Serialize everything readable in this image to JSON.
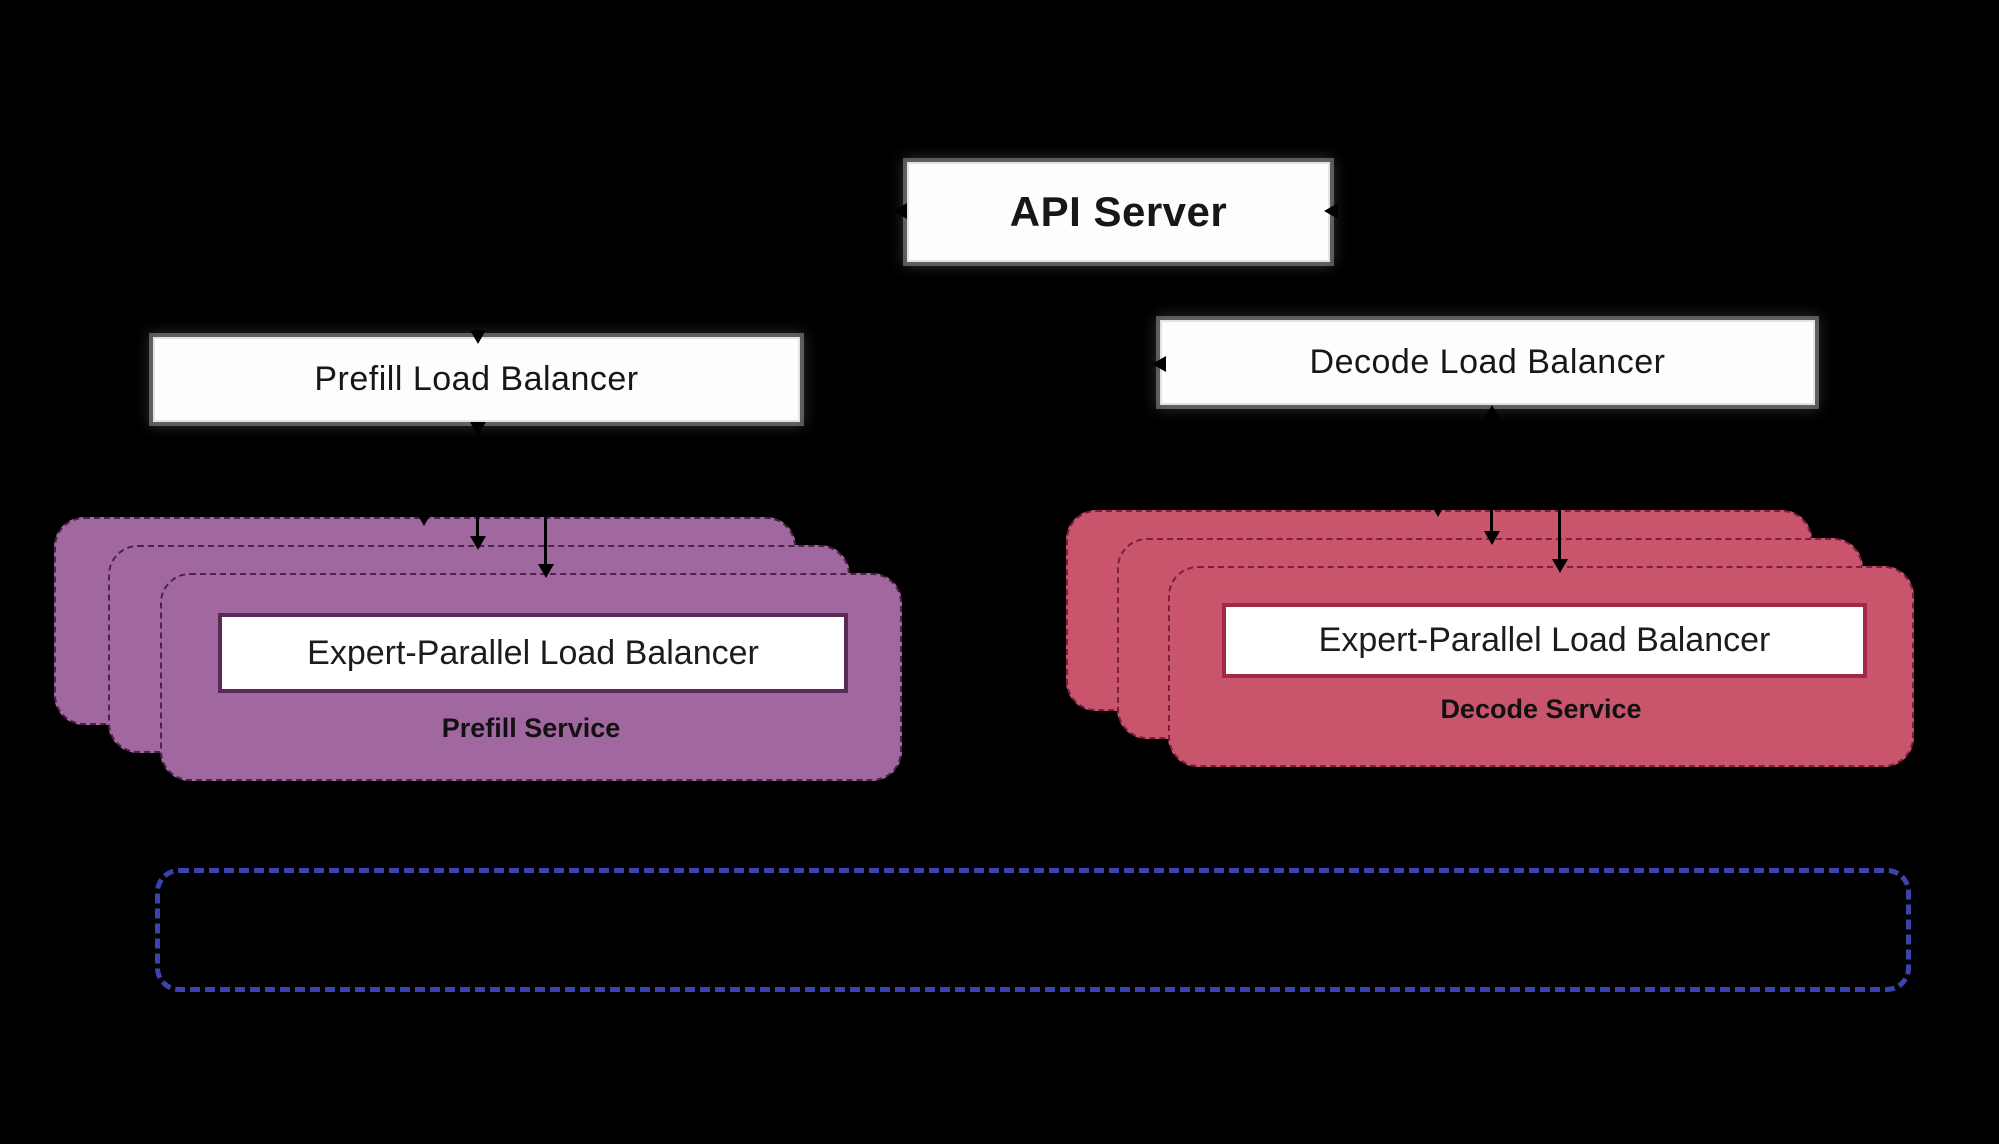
{
  "diagram": {
    "title_semantics": "Prefill/Decode disaggregated serving architecture",
    "api_server": {
      "label": "API Server"
    },
    "prefill_lb": {
      "label": "Prefill Load Balancer"
    },
    "decode_lb": {
      "label": "Decode Load Balancer"
    },
    "prefill_service": {
      "eplb_label": "Expert-Parallel Load Balancer",
      "name": "Prefill Service",
      "replica_count": 3
    },
    "decode_service": {
      "eplb_label": "Expert-Parallel Load Balancer",
      "name": "Decode Service",
      "replica_count": 3
    },
    "kv_boundary": {
      "label": ""
    },
    "colors": {
      "background": "#000000",
      "prefill_fill": "#A1689F",
      "prefill_dash": "#4B2449",
      "prefill_dark": "#592A57",
      "decode_fill": "#C9556D",
      "decode_dash": "#7C1F3C",
      "decode_dark": "#A32847",
      "kv_border": "#3A43AE",
      "arrow": "#000000"
    }
  }
}
